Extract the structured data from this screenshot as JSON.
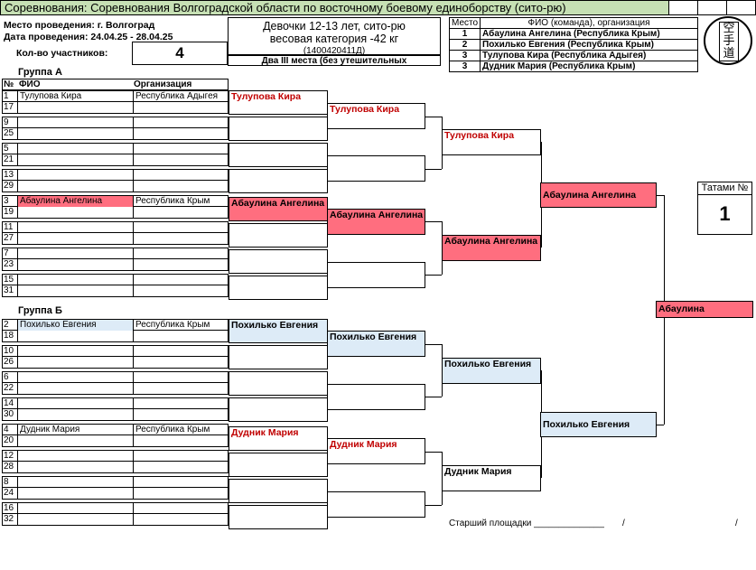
{
  "header": {
    "title": "Соревнования: Соревнования Волгоградской области по восточному боевому единоборству (сито-рю)",
    "venue": "Место проведения: г. Волгоград",
    "dates": "Дата проведения: 24.04.25 - 28.04.25",
    "count_label": "Кол-во участников:",
    "count": "4",
    "category_line1": "Девочки 12-13 лет, сито-рю",
    "category_line2": "весовая категория -42 кг",
    "category_code": "(1400420411Д)",
    "category_note": "Два III места (без утешительных"
  },
  "results": {
    "place_header": "Место",
    "name_header": "ФИО (команда), организация",
    "rows": [
      {
        "place": "1",
        "name": "Абаулина Ангелина  (Республика Крым)"
      },
      {
        "place": "2",
        "name": "Похилько Евгения  (Республика Крым)"
      },
      {
        "place": "3",
        "name": "Тулупова Кира  (Республика Адыгея)"
      },
      {
        "place": "3",
        "name": "Дудник Мария  (Республика Крым)"
      }
    ]
  },
  "logo": {
    "glyphs": "空手道",
    "icon": "karate-logo-icon"
  },
  "columns": {
    "no": "№",
    "fio": "ФИО",
    "org": "Организация"
  },
  "group_a": {
    "label": "Группа А",
    "blocks": [
      {
        "nums": [
          "1",
          "17"
        ],
        "name": "Тулупова Кира",
        "org": "Республика Адыгея",
        "color": ""
      },
      {
        "nums": [
          "9",
          "25"
        ],
        "name": "",
        "org": "",
        "color": ""
      },
      {
        "nums": [
          "5",
          "21"
        ],
        "name": "",
        "org": "",
        "color": ""
      },
      {
        "nums": [
          "13",
          "29"
        ],
        "name": "",
        "org": "",
        "color": ""
      },
      {
        "nums": [
          "3",
          "19"
        ],
        "name": "Абаулина Ангелина",
        "org": "Республика Крым",
        "color": "pink"
      },
      {
        "nums": [
          "11",
          "27"
        ],
        "name": "",
        "org": "",
        "color": ""
      },
      {
        "nums": [
          "7",
          "23"
        ],
        "name": "",
        "org": "",
        "color": ""
      },
      {
        "nums": [
          "15",
          "31"
        ],
        "name": "",
        "org": "",
        "color": ""
      }
    ]
  },
  "group_b": {
    "label": "Группа Б",
    "blocks": [
      {
        "nums": [
          "2",
          "18"
        ],
        "name": "Похилько Евгения",
        "org": "Республика Крым",
        "color": "blue"
      },
      {
        "nums": [
          "10",
          "26"
        ],
        "name": "",
        "org": "",
        "color": ""
      },
      {
        "nums": [
          "6",
          "22"
        ],
        "name": "",
        "org": "",
        "color": ""
      },
      {
        "nums": [
          "14",
          "30"
        ],
        "name": "",
        "org": "",
        "color": ""
      },
      {
        "nums": [
          "4",
          "20"
        ],
        "name": "Дудник Мария",
        "org": "Республика Крым",
        "color": ""
      },
      {
        "nums": [
          "12",
          "28"
        ],
        "name": "",
        "org": "",
        "color": ""
      },
      {
        "nums": [
          "8",
          "24"
        ],
        "name": "",
        "org": "",
        "color": ""
      },
      {
        "nums": [
          "16",
          "32"
        ],
        "name": "",
        "org": "",
        "color": ""
      }
    ]
  },
  "bracket": {
    "r1": [
      "Тулупова Кира",
      "Абаулина Ангелина",
      "Похилько Евгения",
      "Дудник Мария"
    ],
    "r2": [
      "Тулупова Кира",
      "Абаулина Ангелина",
      "Похилько Евгения",
      "Дудник Мария"
    ],
    "r3": [
      "Тулупова Кира",
      "Абаулина Ангелина",
      "Похилько Евгения",
      "Дудник Мария"
    ],
    "semi": [
      "Абаулина Ангелина",
      "Похилько Евгения"
    ],
    "final": "Абаулина"
  },
  "tatami": {
    "label": "Татами №",
    "number": "1"
  },
  "footer": {
    "referee": "Старший площадки ______________",
    "slash1": "/",
    "slash2": "/"
  }
}
